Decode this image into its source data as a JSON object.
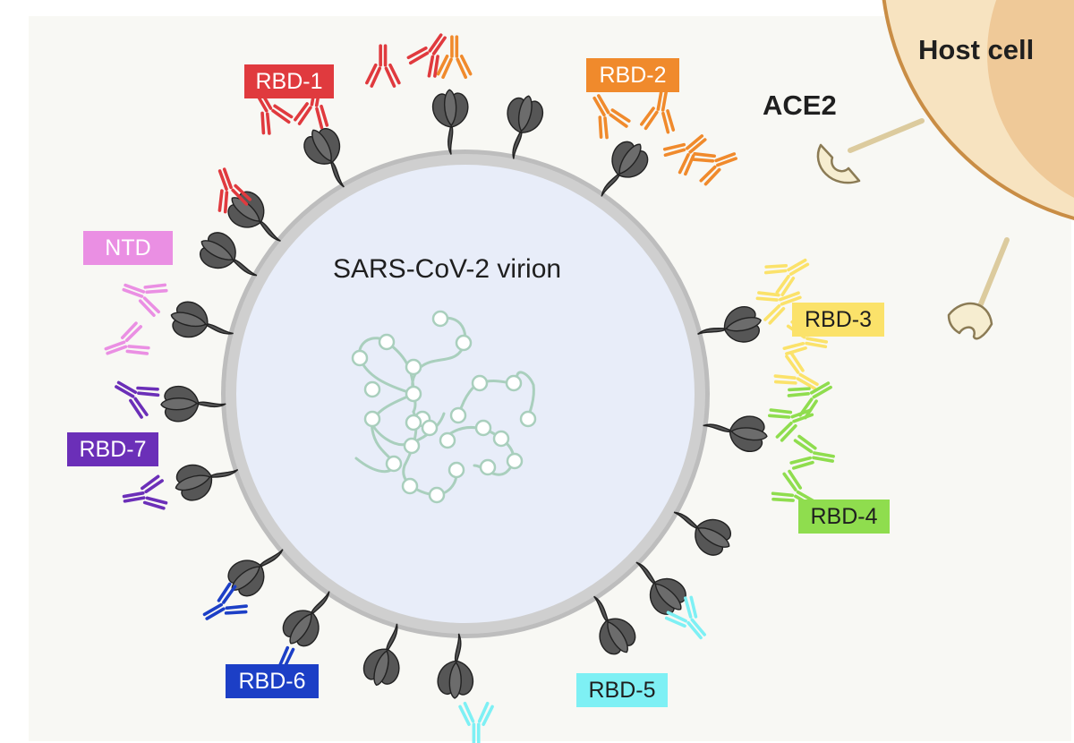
{
  "virion": {
    "title": "SARS-CoV-2 virion",
    "envelope_color": "#bdbdbd",
    "interior_color": "#e8edf9",
    "rna_color": "#a9cfbd"
  },
  "host": {
    "label": "Host cell",
    "receptor_label": "ACE2",
    "cell_color": "#f7e3c0",
    "nucleus_color": "#efc998",
    "membrane_color": "#c98d45"
  },
  "spike_color": "#565656",
  "epitope_groups": [
    {
      "id": "rbd1",
      "label": "RBD-1",
      "color": "#e03a3e",
      "text_color": "#ffffff"
    },
    {
      "id": "rbd2",
      "label": "RBD-2",
      "color": "#f08a2c",
      "text_color": "#ffffff"
    },
    {
      "id": "rbd3",
      "label": "RBD-3",
      "color": "#fbe26a",
      "text_color": "#1f1f1f"
    },
    {
      "id": "rbd4",
      "label": "RBD-4",
      "color": "#8fdd4e",
      "text_color": "#1f1f1f"
    },
    {
      "id": "rbd5",
      "label": "RBD-5",
      "color": "#7ef0f4",
      "text_color": "#1f1f1f"
    },
    {
      "id": "rbd6",
      "label": "RBD-6",
      "color": "#1c3fc6",
      "text_color": "#ffffff"
    },
    {
      "id": "rbd7",
      "label": "RBD-7",
      "color": "#6b2fb8",
      "text_color": "#ffffff"
    },
    {
      "id": "ntd",
      "label": "NTD",
      "color": "#ea8fe3",
      "text_color": "#ffffff"
    }
  ]
}
